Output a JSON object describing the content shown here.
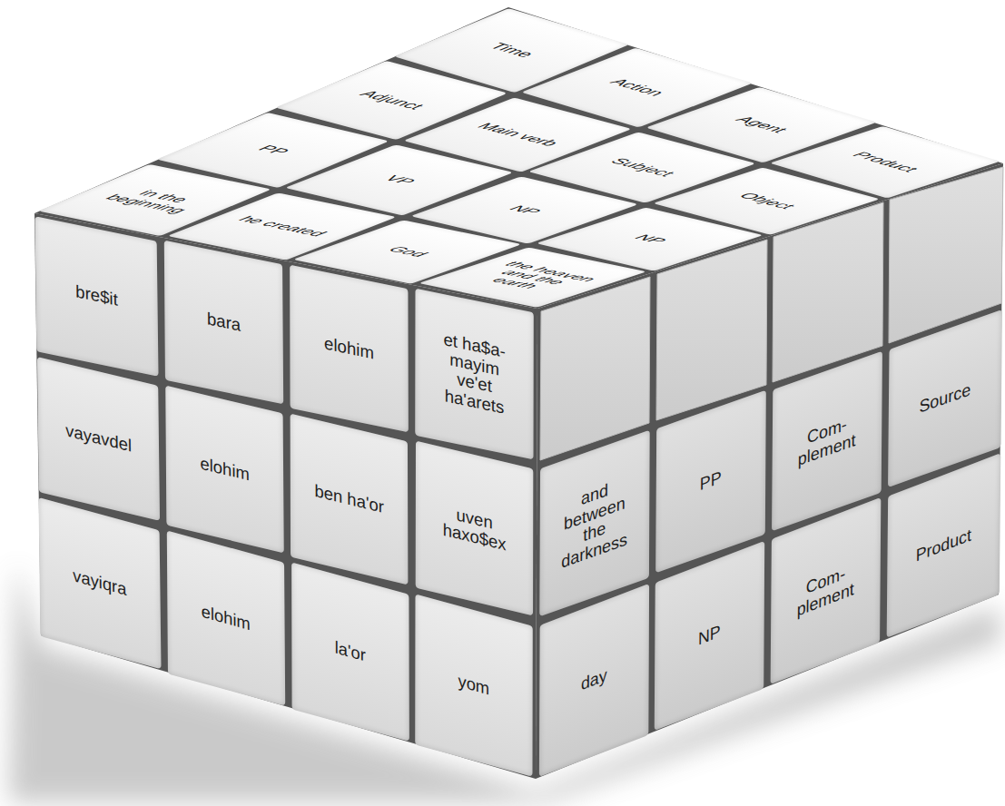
{
  "diagram": {
    "nodes": [
      {
        "text": [
          "Time"
        ]
      },
      {
        "text": [
          "Action"
        ]
      },
      {
        "text": [
          "Agent"
        ]
      },
      {
        "text": [
          "Product"
        ]
      },
      {
        "text": [
          "Adjunct"
        ]
      },
      {
        "text": [
          "Main verb"
        ]
      },
      {
        "text": [
          "Subject"
        ]
      },
      {
        "text": [
          "Object"
        ]
      },
      {
        "text": [
          "PP"
        ]
      },
      {
        "text": [
          "VP"
        ]
      },
      {
        "text": [
          "NP"
        ]
      },
      {
        "text": [
          "NP"
        ]
      },
      {
        "text": [
          "in the beginning"
        ]
      },
      {
        "text": [
          "he created"
        ]
      },
      {
        "text": [
          "God"
        ]
      },
      {
        "text": [
          "the heaven and the earth"
        ]
      },
      {
        "text": [
          "bre$it"
        ]
      },
      {
        "text": [
          "bara"
        ]
      },
      {
        "text": [
          "elohim"
        ]
      },
      {
        "text": [
          "et ha$a- mayim ve'et ha'arets"
        ]
      },
      {
        "text": [
          "vayavdel"
        ]
      },
      {
        "text": [
          "elohim"
        ]
      },
      {
        "text": [
          "ben ha'or"
        ]
      },
      {
        "text": [
          "uven haxo$ex"
        ]
      },
      {
        "text": [
          "vayiqra"
        ]
      },
      {
        "text": [
          "elohim"
        ]
      },
      {
        "text": [
          "la'or"
        ]
      },
      {
        "text": [
          "yom"
        ]
      },
      {
        "text": [
          "and between the darkness"
        ]
      },
      {
        "text": [
          "PP"
        ]
      },
      {
        "text": [
          "Com- plement"
        ]
      },
      {
        "text": [
          "Source"
        ]
      },
      {
        "text": [
          "day"
        ]
      },
      {
        "text": [
          "NP"
        ]
      },
      {
        "text": [
          "Com- plement"
        ]
      },
      {
        "text": [
          "Product"
        ]
      }
    ]
  }
}
